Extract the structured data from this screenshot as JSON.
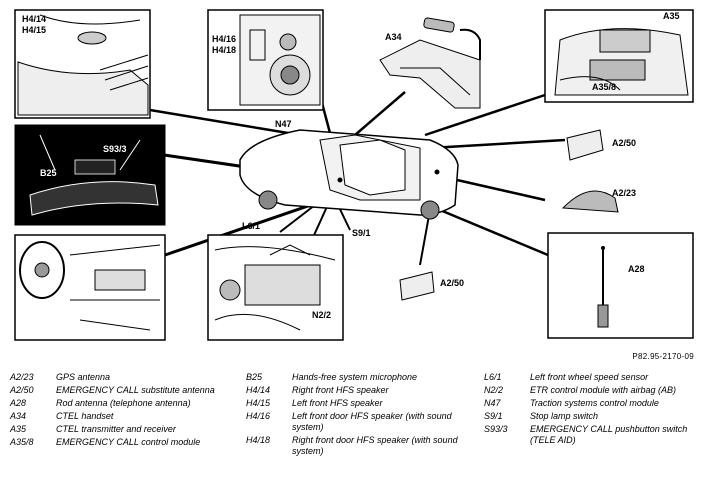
{
  "figure_id": "P82.95-2170-09",
  "callouts": {
    "h414": "H4/14",
    "h415": "H4/15",
    "h416": "H4/16",
    "h418": "H4/18",
    "a34": "A34",
    "a35": "A35",
    "a358": "A35/8",
    "n47": "N47",
    "s933": "S93/3",
    "b25": "B25",
    "a250_top": "A2/50",
    "a223": "A2/23",
    "l61": "L6/1",
    "s91": "S9/1",
    "a250_bottom": "A2/50",
    "a28": "A28",
    "n22": "N2/2"
  },
  "legend": {
    "col1": [
      {
        "code": "A2/23",
        "desc": "GPS antenna"
      },
      {
        "code": "A2/50",
        "desc": "EMERGENCY CALL substitute antenna"
      },
      {
        "code": "A28",
        "desc": "Rod antenna (telephone antenna)"
      },
      {
        "code": "A34",
        "desc": "CTEL handset"
      },
      {
        "code": "A35",
        "desc": "CTEL transmitter and receiver"
      },
      {
        "code": "A35/8",
        "desc": "EMERGENCY CALL control module"
      }
    ],
    "col2": [
      {
        "code": "B25",
        "desc": "Hands-free system microphone"
      },
      {
        "code": "H4/14",
        "desc": "Right front HFS speaker"
      },
      {
        "code": "H4/15",
        "desc": "Left front HFS speaker"
      },
      {
        "code": "H4/16",
        "desc": "Left front door HFS speaker (with sound system)"
      },
      {
        "code": "H4/18",
        "desc": "Right front door HFS speaker (with sound system)"
      }
    ],
    "col3": [
      {
        "code": "L6/1",
        "desc": "Left front wheel speed sensor"
      },
      {
        "code": "N2/2",
        "desc": "ETR control module with airbag (AB)"
      },
      {
        "code": "N47",
        "desc": "Traction systems control module"
      },
      {
        "code": "S9/1",
        "desc": "Stop lamp switch"
      },
      {
        "code": "S93/3",
        "desc": "EMERGENCY CALL pushbutton switch (TELE AID)"
      }
    ]
  }
}
